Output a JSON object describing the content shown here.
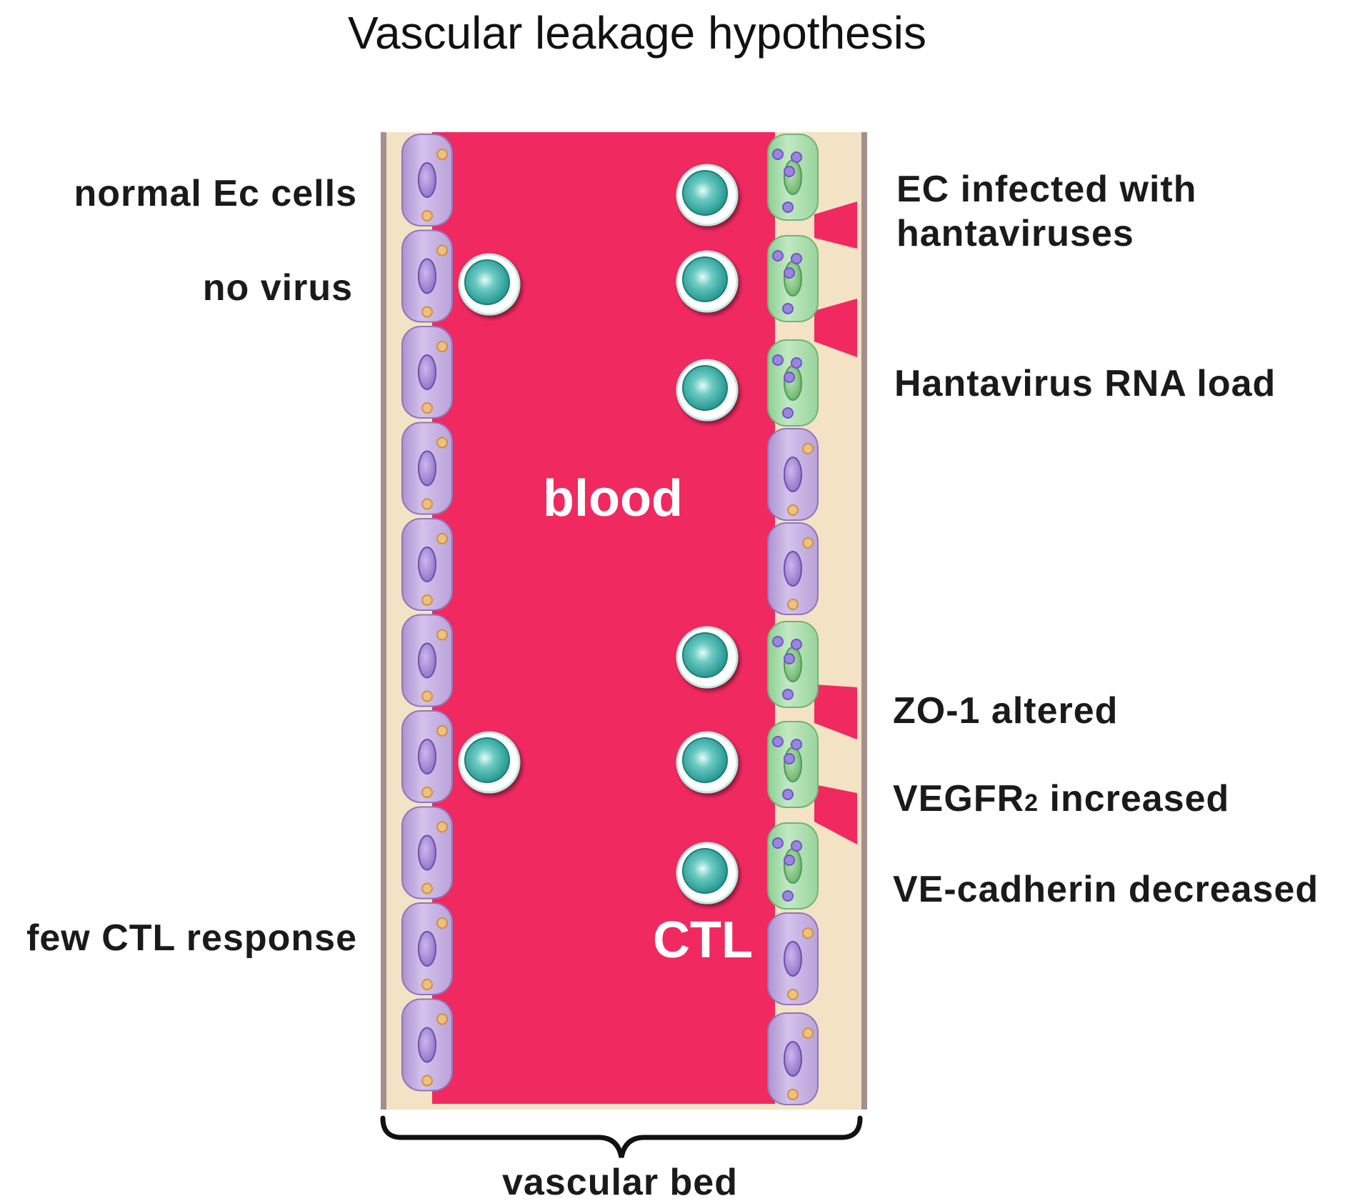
{
  "title": "Vascular leakage hypothesis",
  "left_labels": {
    "normal_ec": "normal Ec cells",
    "no_virus": "no virus",
    "few_ctl": "few CTL response"
  },
  "right_labels": {
    "ec_infected_line1": "EC infected with",
    "ec_infected_line2": "hantaviruses",
    "rna_load": "Hantavirus RNA load",
    "zo1": "ZO-1 altered",
    "vegfr_main": "VEGFR",
    "vegfr_sub": "2",
    "vegfr_rest": " increased",
    "ve_cadherin": "VE-cadherin decreased"
  },
  "inner_labels": {
    "blood": "blood",
    "ctl": "CTL"
  },
  "bottom_label": "vascular bed",
  "colors": {
    "blood": "#f02a60",
    "tissue": "#f4e2c4",
    "wall": "#a48e90",
    "normal_cell": "#c9b3e4",
    "infected_cell": "#a9dcad",
    "ctl": "#2aa8a0"
  }
}
